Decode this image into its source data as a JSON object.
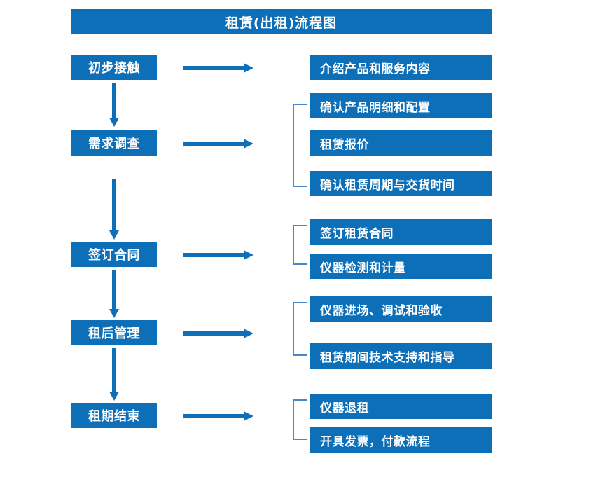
{
  "diagram": {
    "title": "租赁(出租)流程图",
    "colors": {
      "box_blue": "#0D6FB8",
      "arrow_blue": "#0D6FB8",
      "bracket_blue": "#4A86C8",
      "text_white": "#FFFFFF",
      "background": "#FFFFFF"
    },
    "stages": [
      {
        "label": "初步接触"
      },
      {
        "label": "需求调查"
      },
      {
        "label": "签订合同"
      },
      {
        "label": "租后管理"
      },
      {
        "label": "租期结束"
      }
    ],
    "details": [
      {
        "label": "介绍产品和服务内容"
      },
      {
        "label": "确认产品明细和配置"
      },
      {
        "label": "租赁报价"
      },
      {
        "label": "确认租赁周期与交货时间"
      },
      {
        "label": "签订租赁合同"
      },
      {
        "label": "仪器检测和计量"
      },
      {
        "label": "仪器进场、调试和验收"
      },
      {
        "label": "租赁期间技术支持和指导"
      },
      {
        "label": "仪器退租"
      },
      {
        "label": "开具发票，付款流程"
      }
    ]
  },
  "chart_data": {
    "type": "diagram",
    "title": "租赁(出租)流程图",
    "nodes": [
      {
        "id": "s1",
        "label": "初步接触",
        "column": "stage",
        "order": 1
      },
      {
        "id": "s2",
        "label": "需求调查",
        "column": "stage",
        "order": 2
      },
      {
        "id": "s3",
        "label": "签订合同",
        "column": "stage",
        "order": 3
      },
      {
        "id": "s4",
        "label": "租后管理",
        "column": "stage",
        "order": 4
      },
      {
        "id": "s5",
        "label": "租期结束",
        "column": "stage",
        "order": 5
      },
      {
        "id": "d1",
        "label": "介绍产品和服务内容",
        "column": "detail",
        "parent": "s1"
      },
      {
        "id": "d2",
        "label": "确认产品明细和配置",
        "column": "detail",
        "parent": "s2"
      },
      {
        "id": "d3",
        "label": "租赁报价",
        "column": "detail",
        "parent": "s2"
      },
      {
        "id": "d4",
        "label": "确认租赁周期与交货时间",
        "column": "detail",
        "parent": "s2"
      },
      {
        "id": "d5",
        "label": "签订租赁合同",
        "column": "detail",
        "parent": "s3"
      },
      {
        "id": "d6",
        "label": "仪器检测和计量",
        "column": "detail",
        "parent": "s3"
      },
      {
        "id": "d7",
        "label": "仪器进场、调试和验收",
        "column": "detail",
        "parent": "s4"
      },
      {
        "id": "d8",
        "label": "租赁期间技术支持和指导",
        "column": "detail",
        "parent": "s4"
      },
      {
        "id": "d9",
        "label": "仪器退租",
        "column": "detail",
        "parent": "s5"
      },
      {
        "id": "d10",
        "label": "开具发票，付款流程",
        "column": "detail",
        "parent": "s5"
      }
    ],
    "edges": [
      {
        "from": "s1",
        "to": "s2",
        "kind": "vertical-arrow"
      },
      {
        "from": "s2",
        "to": "s3",
        "kind": "vertical-arrow"
      },
      {
        "from": "s3",
        "to": "s4",
        "kind": "vertical-arrow"
      },
      {
        "from": "s4",
        "to": "s5",
        "kind": "vertical-arrow"
      },
      {
        "from": "s1",
        "to": "d1",
        "kind": "horizontal-arrow"
      },
      {
        "from": "s2",
        "to": "d2,d3,d4",
        "kind": "horizontal-arrow-bracket"
      },
      {
        "from": "s3",
        "to": "d5,d6",
        "kind": "horizontal-arrow-bracket"
      },
      {
        "from": "s4",
        "to": "d7,d8",
        "kind": "horizontal-arrow-bracket"
      },
      {
        "from": "s5",
        "to": "d9,d10",
        "kind": "horizontal-arrow-bracket"
      }
    ]
  }
}
